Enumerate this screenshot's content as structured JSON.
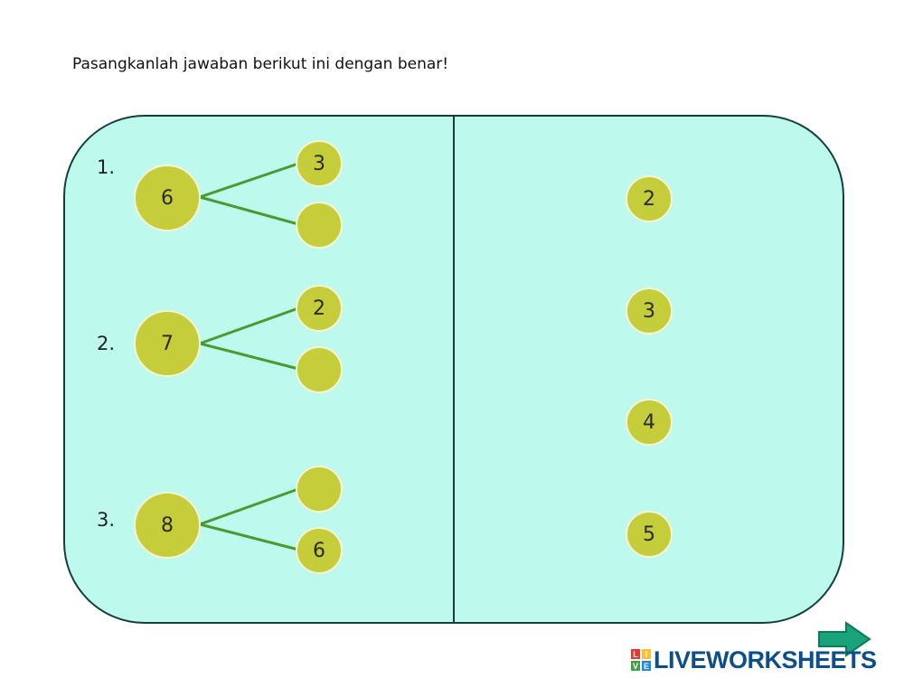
{
  "instruction": "Pasangkanlah jawaban berikut ini dengan benar!",
  "problems": [
    {
      "label": "1.",
      "whole": "6",
      "part_top": "3",
      "part_bottom": ""
    },
    {
      "label": "2.",
      "whole": "7",
      "part_top": "2",
      "part_bottom": ""
    },
    {
      "label": "3.",
      "whole": "8",
      "part_top": "",
      "part_bottom": "6"
    }
  ],
  "answers": [
    "2",
    "3",
    "4",
    "5"
  ],
  "brand": {
    "name": "LIVEWORKSHEETS",
    "badge_letters": [
      "L",
      "I",
      "V",
      "E"
    ]
  },
  "colors": {
    "panel": "#bdf9ec",
    "circle": "#c5cd3a",
    "connector": "#4a9a32",
    "brand": "#0c4f8c",
    "arrow": "#1aa37a"
  },
  "icons": {
    "next": "next-arrow-icon"
  }
}
